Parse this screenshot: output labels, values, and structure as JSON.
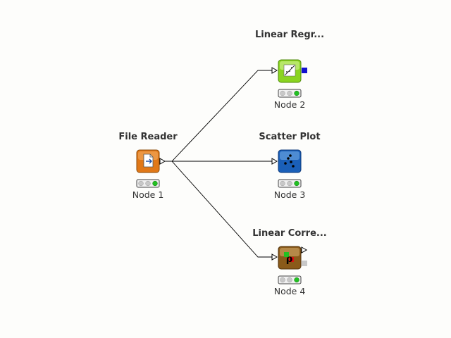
{
  "workflow": {
    "nodes": [
      {
        "id": "node1",
        "title": "File Reader",
        "label": "Node 1",
        "type": "file-reader",
        "color": "#e07818",
        "status": "executed"
      },
      {
        "id": "node2",
        "title": "Linear Regr...",
        "label": "Node 2",
        "type": "linear-regression",
        "color": "#8ad420",
        "status": "executed"
      },
      {
        "id": "node3",
        "title": "Scatter Plot",
        "label": "Node 3",
        "type": "scatter-plot",
        "color": "#1a5fb8",
        "status": "executed"
      },
      {
        "id": "node4",
        "title": "Linear Corre...",
        "label": "Node 4",
        "type": "linear-correlation",
        "color": "#8a5a1a",
        "status": "executed"
      }
    ],
    "connections": [
      {
        "from": "node1",
        "to": "node2"
      },
      {
        "from": "node1",
        "to": "node3"
      },
      {
        "from": "node1",
        "to": "node4"
      }
    ],
    "colors": {
      "status_green": "#22c022",
      "status_off": "#c8c8c8",
      "model_port": "#1010d0",
      "inactive_port": "#c8c8c8",
      "connection_line": "#000000"
    }
  }
}
